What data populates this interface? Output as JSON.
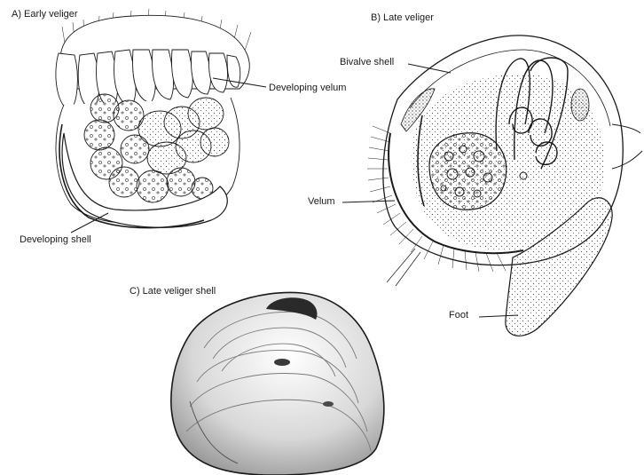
{
  "panels": {
    "early": {
      "title": "A) Early veliger",
      "labels": {
        "velum": "Developing velum",
        "shell": "Developing shell"
      }
    },
    "late": {
      "title": "B) Late veliger",
      "labels": {
        "shell": "Bivalve shell",
        "velum": "Velum",
        "foot": "Foot"
      }
    },
    "shell": {
      "title": "C) Late veliger shell"
    }
  },
  "colors": {
    "ink": "#1a1a1a",
    "stipple": "#4a4a4a",
    "shell_shade": "#9a9a9a",
    "background": "#ffffff"
  }
}
